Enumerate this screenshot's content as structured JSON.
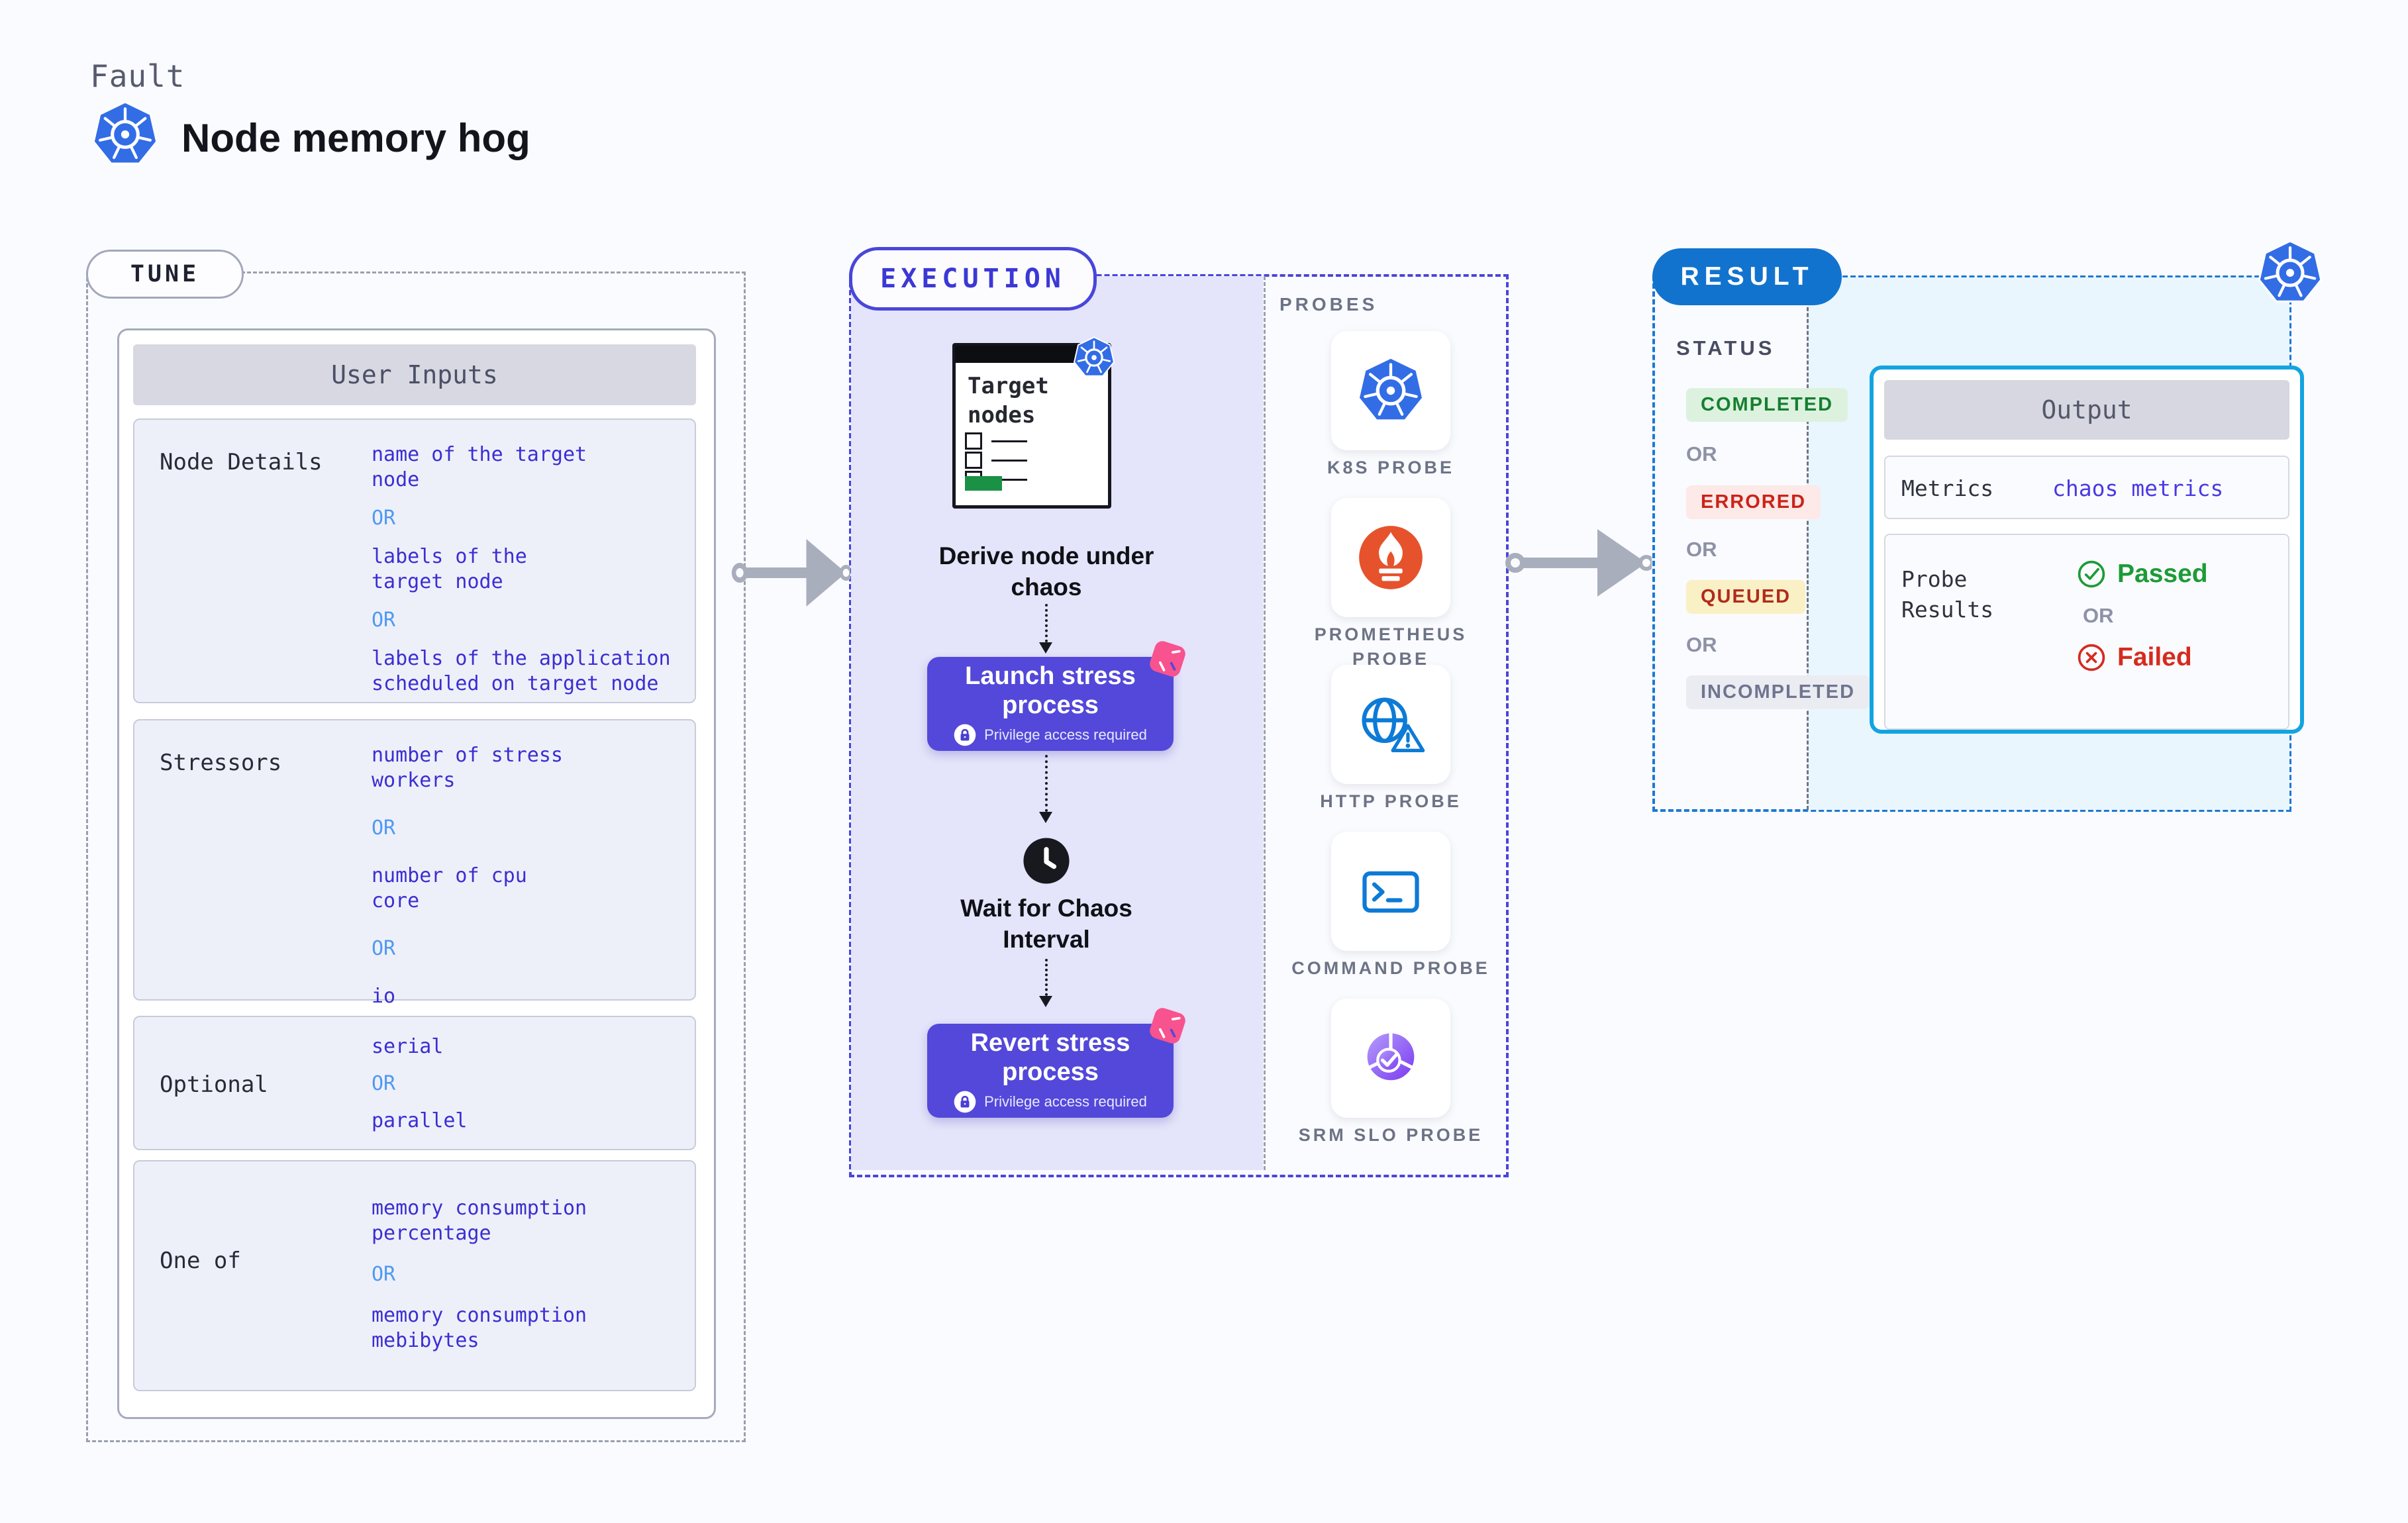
{
  "header": {
    "eyebrow": "Fault",
    "title": "Node memory hog",
    "icon": "kubernetes-icon"
  },
  "colors": {
    "page_bg": "#fafbfe",
    "value_indigo": "#3b2ed3",
    "or_blue": "#4f99f3",
    "execution_indigo": "#4946da",
    "execution_panel_bg": "#e4e4fa",
    "button_indigo": "#5348d9",
    "pink_decor": "#f8538e",
    "result_blue": "#1273ce",
    "result_panel_bg": "#e9f6fd",
    "output_border_cyan": "#13a4e0",
    "kubernetes_blue": "#326de6",
    "prometheus_orange": "#e6522c",
    "completed_green": "#157f2f",
    "errored_red": "#cb2317",
    "queued_amber_bg": "#faf0c5",
    "passed_green": "#1d9b36",
    "failed_red": "#d52b1e"
  },
  "tune": {
    "pill": "TUNE",
    "panel_title": "User Inputs",
    "rows": [
      {
        "label": "Node Details",
        "segments": [
          {
            "kind": "value",
            "text": "name of the target\nnode"
          },
          {
            "kind": "or",
            "text": "OR"
          },
          {
            "kind": "value",
            "text": "labels of the\ntarget node"
          },
          {
            "kind": "or",
            "text": "OR"
          },
          {
            "kind": "value",
            "text": "labels of the application\nscheduled on target node"
          }
        ]
      },
      {
        "label": "Stressors",
        "segments": [
          {
            "kind": "value",
            "text": "number of stress\nworkers"
          },
          {
            "kind": "or",
            "text": "OR"
          },
          {
            "kind": "value",
            "text": "number of cpu\ncore"
          },
          {
            "kind": "or",
            "text": "OR"
          },
          {
            "kind": "value",
            "text": "io"
          }
        ]
      },
      {
        "label": "Optional",
        "segments": [
          {
            "kind": "value",
            "text": "serial"
          },
          {
            "kind": "or",
            "text": "OR"
          },
          {
            "kind": "value",
            "text": "parallel"
          }
        ]
      },
      {
        "label": "One of",
        "segments": [
          {
            "kind": "value",
            "text": "memory consumption\npercentage"
          },
          {
            "kind": "or",
            "text": "OR"
          },
          {
            "kind": "value",
            "text": "memory consumption\nmebibytes"
          }
        ]
      }
    ]
  },
  "execution": {
    "pill": "EXECUTION",
    "target_card_title": "Target\nnodes",
    "derive_label": "Derive node under\nchaos",
    "launch_title": "Launch stress process",
    "launch_note": "Privilege access required",
    "wait_label": "Wait for Chaos\nInterval",
    "revert_title": "Revert stress process",
    "revert_note": "Privilege access required",
    "probes_title": "PROBES",
    "probes": [
      {
        "label": "K8S PROBE",
        "icon": "kubernetes-icon"
      },
      {
        "label": "PROMETHEUS PROBE",
        "icon": "prometheus-icon"
      },
      {
        "label": "HTTP PROBE",
        "icon": "http-globe-warning-icon"
      },
      {
        "label": "COMMAND PROBE",
        "icon": "terminal-icon"
      },
      {
        "label": "SRM SLO PROBE",
        "icon": "slo-check-icon"
      }
    ]
  },
  "result": {
    "pill": "RESULT",
    "status_title": "STATUS",
    "statuses": [
      "COMPLETED",
      "ERRORED",
      "QUEUED",
      "INCOMPLETED"
    ],
    "or": "OR",
    "output": {
      "title": "Output",
      "metrics_label": "Metrics",
      "metrics_value": "chaos metrics",
      "probe_results_label": "Probe\nResults",
      "passed": "Passed",
      "or": "OR",
      "failed": "Failed"
    }
  }
}
